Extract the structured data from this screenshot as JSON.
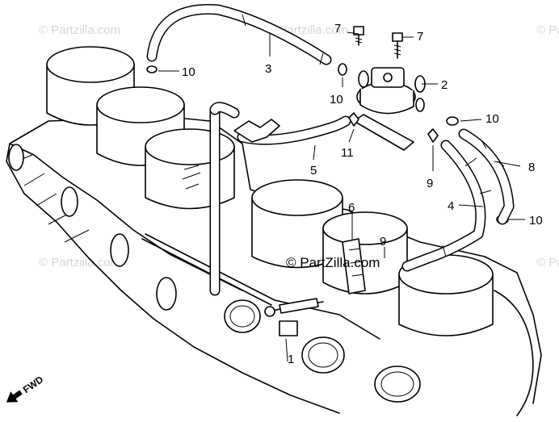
{
  "watermark": {
    "text": "© Partzilla.com"
  },
  "brand_credit": {
    "text": "© PartZilla.com"
  },
  "direction_marker": {
    "text": "FWD"
  },
  "callouts": [
    {
      "id": "c1",
      "label": "1"
    },
    {
      "id": "c2",
      "label": "2"
    },
    {
      "id": "c3",
      "label": "3"
    },
    {
      "id": "c4",
      "label": "4"
    },
    {
      "id": "c5",
      "label": "5"
    },
    {
      "id": "c6",
      "label": "6"
    },
    {
      "id": "c7a",
      "label": "7"
    },
    {
      "id": "c7b",
      "label": "7"
    },
    {
      "id": "c8",
      "label": "8"
    },
    {
      "id": "c9a",
      "label": "9"
    },
    {
      "id": "c9b",
      "label": "9"
    },
    {
      "id": "c10a",
      "label": "10"
    },
    {
      "id": "c10b",
      "label": "10"
    },
    {
      "id": "c10c",
      "label": "10"
    },
    {
      "id": "c10d",
      "label": "10"
    },
    {
      "id": "c11",
      "label": "11"
    }
  ]
}
